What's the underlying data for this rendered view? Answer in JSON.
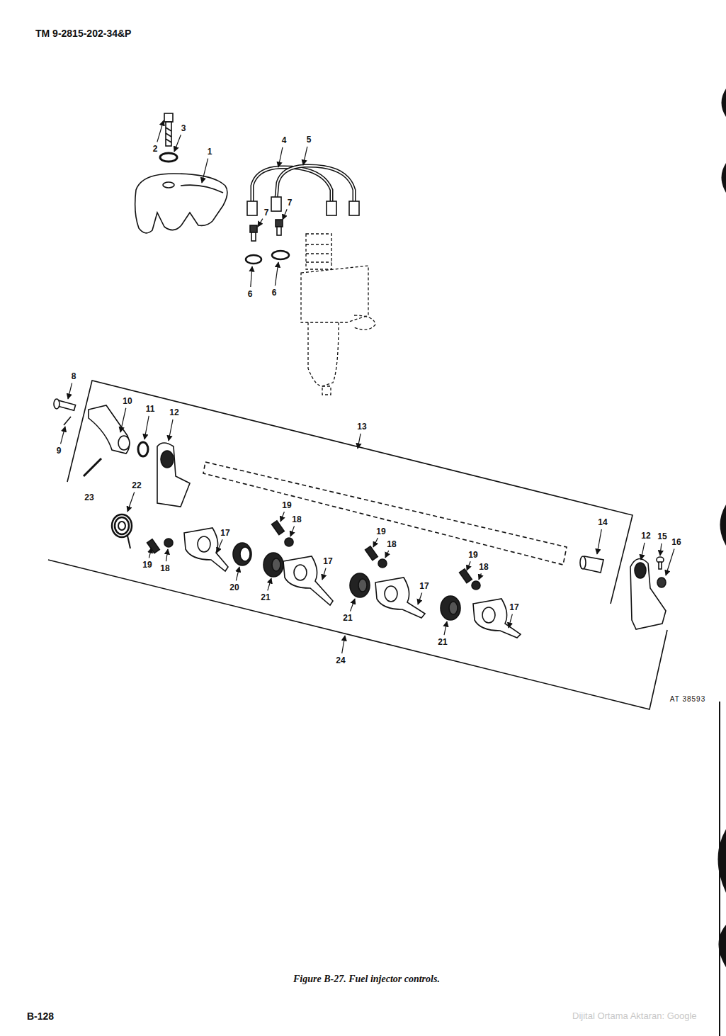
{
  "diagram": {
    "caption": "Figure B-27.  Fuel injector controls.",
    "labels": [
      "TM 9-2815-202-34&P",
      "1",
      "2",
      "3",
      "4",
      "5",
      "7",
      "7",
      "6",
      "6",
      "8",
      "9",
      "10",
      "11",
      "12",
      "13",
      "23",
      "22",
      "19",
      "18",
      "17",
      "14",
      "12",
      "15",
      "16",
      "19",
      "18",
      "20",
      "21",
      "17",
      "19",
      "18",
      "17",
      "21",
      "19",
      "18",
      "17",
      "21",
      "24",
      "AT 38593",
      "B-128",
      "Dijital Ortama Aktaran: Google"
    ]
  }
}
